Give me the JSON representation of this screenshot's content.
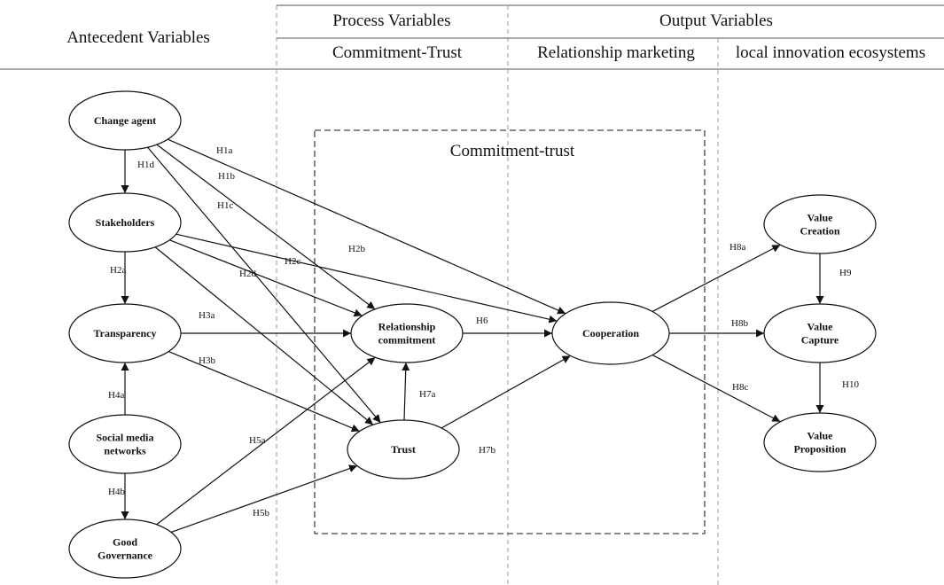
{
  "headers": {
    "antecedent": "Antecedent Variables",
    "process": "Process Variables",
    "output": "Output Variables",
    "commitment_trust": "Commitment-Trust",
    "relationship_marketing": "Relationship marketing",
    "local_innovation": "local innovation ecosystems"
  },
  "box_title": "Commitment-trust",
  "nodes": {
    "change_agent": [
      "Change agent"
    ],
    "stakeholders": [
      "Stakeholders"
    ],
    "transparency": [
      "Transparency"
    ],
    "social_media": [
      "Social media",
      "networks"
    ],
    "good_governance": [
      "Good",
      "Governance"
    ],
    "relationship_commitment": [
      "Relationship",
      "commitment"
    ],
    "trust": [
      "Trust"
    ],
    "cooperation": [
      "Cooperation"
    ],
    "value_creation": [
      "Value",
      "Creation"
    ],
    "value_capture": [
      "Value",
      "Capture"
    ],
    "value_proposition": [
      "Value",
      "Proposition"
    ]
  },
  "edges": [
    {
      "id": "h1d",
      "from": "change_agent",
      "to": "stakeholders",
      "label": "H1d"
    },
    {
      "id": "h1a",
      "from": "change_agent",
      "to": "cooperation",
      "label": "H1a"
    },
    {
      "id": "h1b",
      "from": "change_agent",
      "to": "relationship_commitment",
      "label": "H1b"
    },
    {
      "id": "h1c",
      "from": "change_agent",
      "to": "trust",
      "label": "H1c"
    },
    {
      "id": "h2a",
      "from": "stakeholders",
      "to": "transparency",
      "label": "H2a"
    },
    {
      "id": "h2b",
      "from": "stakeholders",
      "to": "cooperation",
      "label": "H2b"
    },
    {
      "id": "h2c",
      "from": "stakeholders",
      "to": "relationship_commitment",
      "label": "H2c"
    },
    {
      "id": "h2d",
      "from": "stakeholders",
      "to": "trust",
      "label": "H2d"
    },
    {
      "id": "h3a",
      "from": "transparency",
      "to": "relationship_commitment",
      "label": "H3a"
    },
    {
      "id": "h3b",
      "from": "transparency",
      "to": "trust",
      "label": "H3b"
    },
    {
      "id": "h4a",
      "from": "social_media",
      "to": "transparency",
      "label": "H4a"
    },
    {
      "id": "h4b",
      "from": "social_media",
      "to": "good_governance",
      "label": "H4b"
    },
    {
      "id": "h5a",
      "from": "good_governance",
      "to": "relationship_commitment",
      "label": "H5a"
    },
    {
      "id": "h5b",
      "from": "good_governance",
      "to": "trust",
      "label": "H5b"
    },
    {
      "id": "h6",
      "from": "relationship_commitment",
      "to": "cooperation",
      "label": "H6"
    },
    {
      "id": "h7a",
      "from": "trust",
      "to": "relationship_commitment",
      "label": "H7a"
    },
    {
      "id": "h7b",
      "from": "trust",
      "to": "cooperation",
      "label": "H7b"
    },
    {
      "id": "h8a",
      "from": "cooperation",
      "to": "value_creation",
      "label": "H8a"
    },
    {
      "id": "h8b",
      "from": "cooperation",
      "to": "value_capture",
      "label": "H8b"
    },
    {
      "id": "h8c",
      "from": "cooperation",
      "to": "value_proposition",
      "label": "H8c"
    },
    {
      "id": "h9",
      "from": "value_creation",
      "to": "value_capture",
      "label": "H9"
    },
    {
      "id": "h10",
      "from": "value_capture",
      "to": "value_proposition",
      "label": "H10"
    }
  ]
}
